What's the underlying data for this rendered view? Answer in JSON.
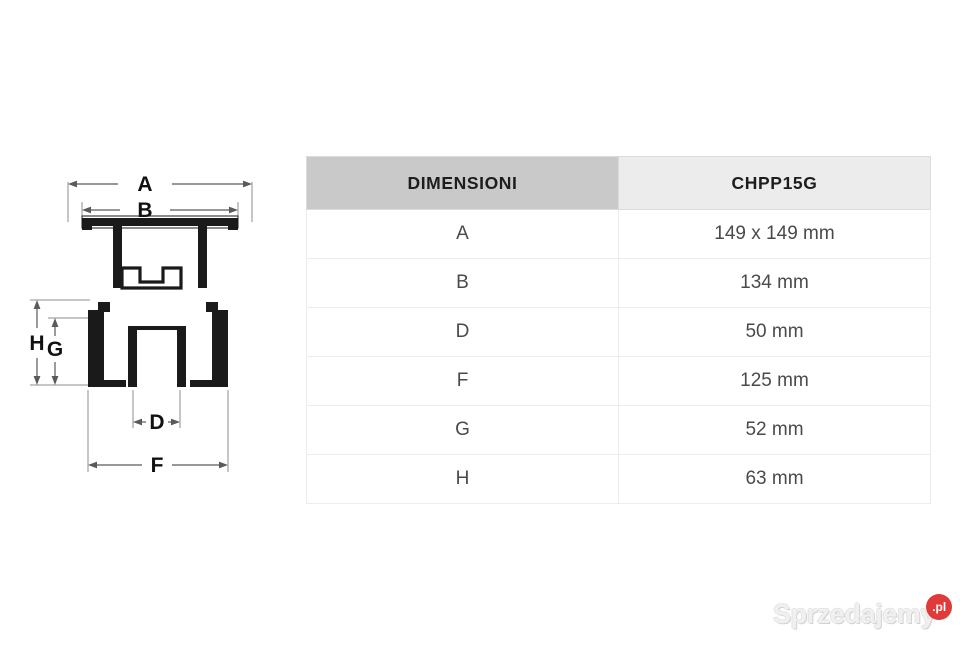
{
  "background_color": "#ffffff",
  "table": {
    "headers": {
      "label": "DIMENSIONI",
      "value": "CHPP15G"
    },
    "header_label_bg": "#c9c9c9",
    "header_value_bg": "#ececec",
    "rows": [
      {
        "label": "A",
        "value": "149 x 149 mm"
      },
      {
        "label": "B",
        "value": "134 mm"
      },
      {
        "label": "D",
        "value": "50 mm"
      },
      {
        "label": "F",
        "value": "125 mm"
      },
      {
        "label": "G",
        "value": "52 mm"
      },
      {
        "label": "H",
        "value": "63 mm"
      }
    ]
  },
  "drawing": {
    "title": "technical-cross-section-drawing",
    "line_color": "#1a1a1a",
    "dimension_line_color": "#5a5a5a",
    "dimension_labels": [
      {
        "id": "A",
        "text": "A",
        "orientation": "horizontal",
        "position": "top-outer"
      },
      {
        "id": "B",
        "text": "B",
        "orientation": "horizontal",
        "position": "top-inner"
      },
      {
        "id": "H",
        "text": "H",
        "orientation": "vertical",
        "position": "left-outer"
      },
      {
        "id": "G",
        "text": "G",
        "orientation": "vertical",
        "position": "left-inner"
      },
      {
        "id": "D",
        "text": "D",
        "orientation": "horizontal",
        "position": "bottom-inner"
      },
      {
        "id": "F",
        "text": "F",
        "orientation": "horizontal",
        "position": "bottom-outer"
      }
    ]
  },
  "watermark": {
    "text": "Sprzedajemy",
    "badge": ".pl",
    "badge_color": "#e03a3a"
  }
}
